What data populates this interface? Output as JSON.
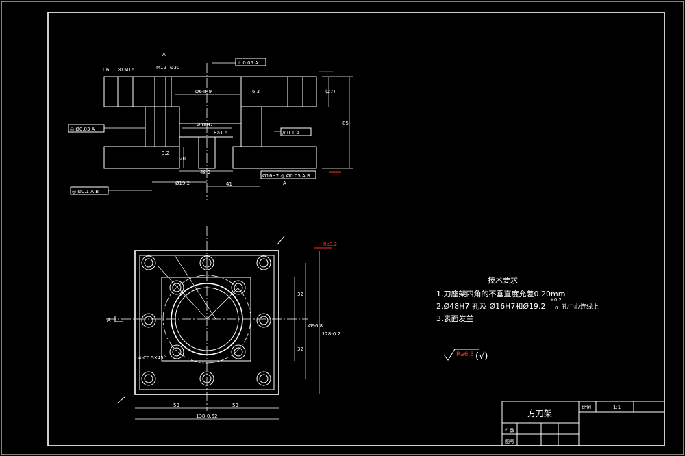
{
  "colors": {
    "background": "#000000",
    "lines": "#ffffff",
    "roughness_mark": "#ff2a2a"
  },
  "title_block": {
    "part_name": "方刀架",
    "scale_label": "比例",
    "scale_value": "1:1",
    "drawing_label": "图号",
    "count_label": "件数"
  },
  "section_view": {
    "callouts": {
      "tolerance_top": "⊥ 0.05 A",
      "tolerance_left": "◎ Ø0.03 A",
      "tolerance_mid": "// 0.1 A",
      "tolerance_bottom_right": "Ø16H7 ◎ Ø0.05 A B",
      "tolerance_bottom_left": "◎ Ø0.1 A B",
      "hole_bore": "Ø64H9",
      "hole_48": "Ø48H7",
      "hole_192": "Ø19.2",
      "thread": "M12",
      "chamfer": "C6",
      "spot": "8XM16",
      "angle": "Ø30",
      "dim_482": "48.2",
      "dim_41": "41",
      "dim_27": "(27)",
      "dim_85": "85",
      "dim_20": "20",
      "rough_ra16": "Ra1.6",
      "rough_ra32": "3.2",
      "rough_ra63": "6.3",
      "datum_a": "A",
      "datum_letter": "A"
    }
  },
  "plan_view": {
    "labels": {
      "section_mark": "A",
      "dim_53_left": "53",
      "dim_53_right": "53",
      "overall": "138-0.52",
      "chamfer_4": "4-C0.5X45°",
      "dim_32_top": "32",
      "dim_32_bot": "32",
      "dim_side": "Ø96.8",
      "dim_side2": "128-0.2",
      "rough_red": "Ra3.2"
    }
  },
  "tech_requirements": {
    "heading": "技术要求",
    "items": [
      "1.刀座架四角的不垂直度允差0.20mm",
      "2.Ø48H7 孔及 Ø16H7和Ø19.2",
      "3.表面发兰"
    ],
    "item2_tail": "孔中心连线上",
    "item2_tol_upper": "+0.2",
    "item2_tol_lower": "0"
  },
  "roughness_general": {
    "value": "Ra6.3",
    "symbol": "(√)"
  }
}
